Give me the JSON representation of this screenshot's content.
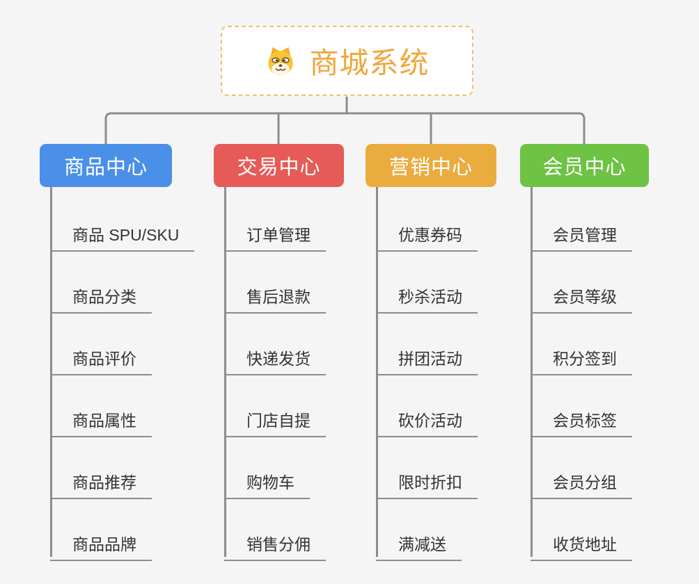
{
  "canvas": {
    "background": "#f5f5f5"
  },
  "root": {
    "label": "商城系统",
    "icon": "dog-face-icon",
    "text_color": "#F0A73C",
    "border_color": "#F3BD72",
    "background": "#ffffff"
  },
  "connector_color": "#8C8C8C",
  "item_text_color": "#333333",
  "branches": [
    {
      "id": "product-center",
      "label": "商品中心",
      "color": "#4B90E8",
      "children": [
        "商品 SPU/SKU",
        "商品分类",
        "商品评价",
        "商品属性",
        "商品推荐",
        "商品品牌"
      ]
    },
    {
      "id": "trade-center",
      "label": "交易中心",
      "color": "#E65B57",
      "children": [
        "订单管理",
        "售后退款",
        "快递发货",
        "门店自提",
        "购物车",
        "销售分佣"
      ]
    },
    {
      "id": "marketing-center",
      "label": "营销中心",
      "color": "#EBAC3F",
      "children": [
        "优惠券码",
        "秒杀活动",
        "拼团活动",
        "砍价活动",
        "限时折扣",
        "满减送"
      ]
    },
    {
      "id": "member-center",
      "label": "会员中心",
      "color": "#6EC244",
      "children": [
        "会员管理",
        "会员等级",
        "积分签到",
        "会员标签",
        "会员分组",
        "收货地址"
      ]
    }
  ]
}
